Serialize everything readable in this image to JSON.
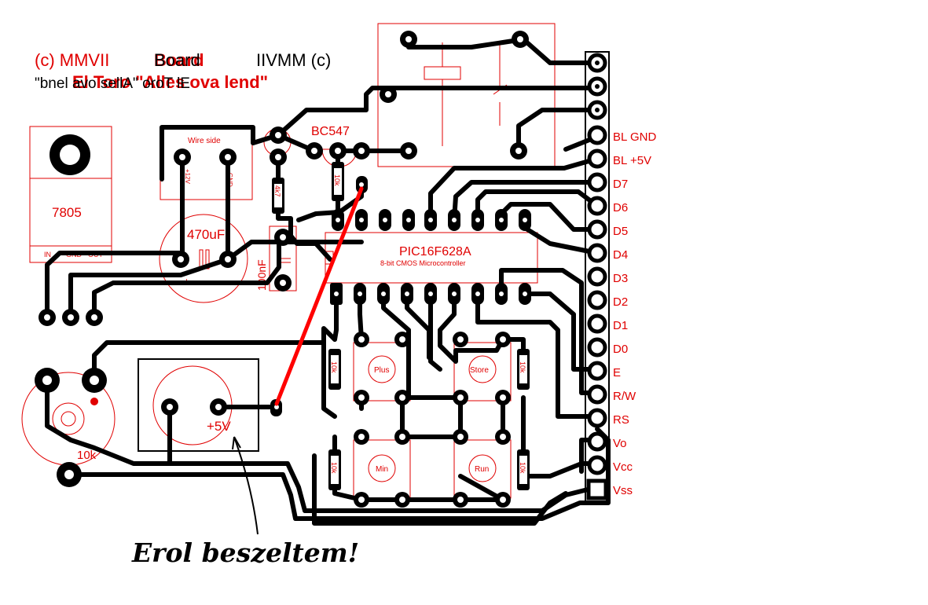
{
  "silkscreen": {
    "copyright": "(c) MMVII",
    "copyright_mirror": "IIVMM (c)",
    "board_label": "Board",
    "board_label_mirror": "Board",
    "author_line": "El Toro  \"Alles ova lend\"",
    "author_line_mirror": "\"bnel avo sellA\" oroT lE"
  },
  "components": {
    "regulator": "7805",
    "regulator_pins": [
      "IN",
      "GND",
      "OUT"
    ],
    "wire_side": "Wire side",
    "wire_pin_left": "+12V",
    "wire_pin_right": "GND",
    "capacitor_big": "470uF",
    "capacitor_small": "100nF",
    "transistor": "BC547",
    "mcu": "PIC16F628A",
    "mcu_desc": "8-bit CMOS Microcontroller",
    "resistor_a": "4k7",
    "resistor_b": "10k",
    "resistor_c": "10k",
    "pot": "10k",
    "buttons": [
      "Plus",
      "Store",
      "Min",
      "Run"
    ],
    "button_resistor": "10k",
    "supply": "+5V"
  },
  "header_labels": [
    "BL GND",
    "BL +5V",
    "D7",
    "D6",
    "D5",
    "D4",
    "D3",
    "D2",
    "D1",
    "D0",
    "E",
    "R/W",
    "RS",
    "Vo",
    "Vcc",
    "Vss"
  ],
  "annotation": "Erol beszeltem!",
  "colors": {
    "silkscreen": "#e00000",
    "copper": "#000000",
    "jumper": "#ff0000"
  }
}
